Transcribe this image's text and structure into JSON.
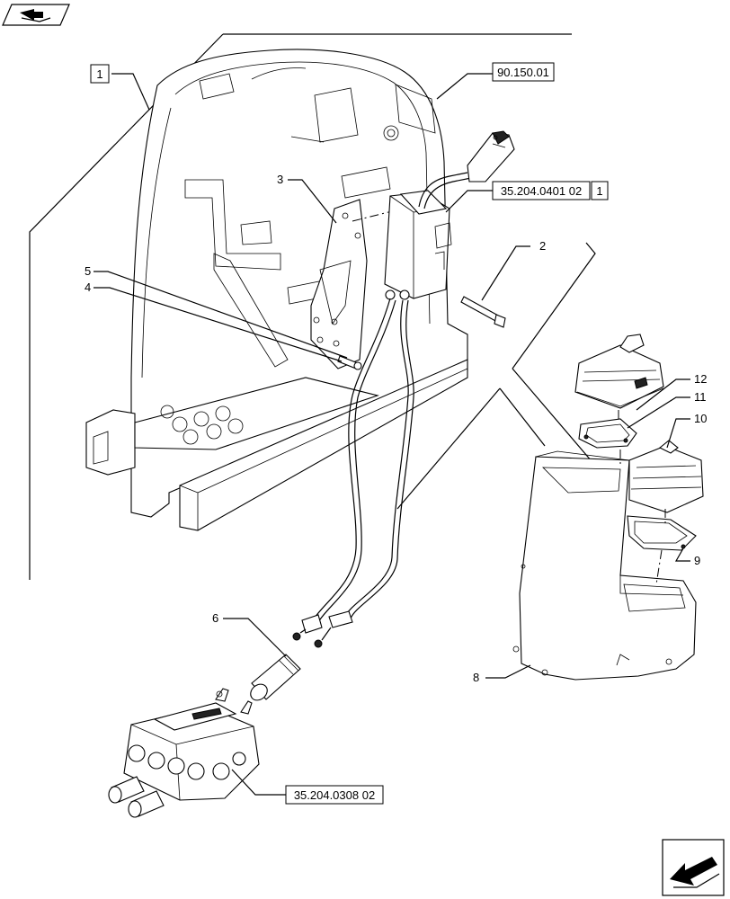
{
  "labels": {
    "ref_1": "1",
    "ref_90": "90.150.01",
    "ref_35_0401": "35.204.0401 02",
    "ref_35_0401_suffix": "1",
    "ref_35_0308": "35.204.0308 02",
    "item_2": "2",
    "item_3": "3",
    "item_4": "4",
    "item_5": "5",
    "item_6": "6",
    "item_8": "8",
    "item_9": "9",
    "item_10": "10",
    "item_11": "11",
    "item_12": "12"
  },
  "icons": {
    "top_left": "book-arrow-icon",
    "bottom_right": "return-arrow-icon"
  }
}
